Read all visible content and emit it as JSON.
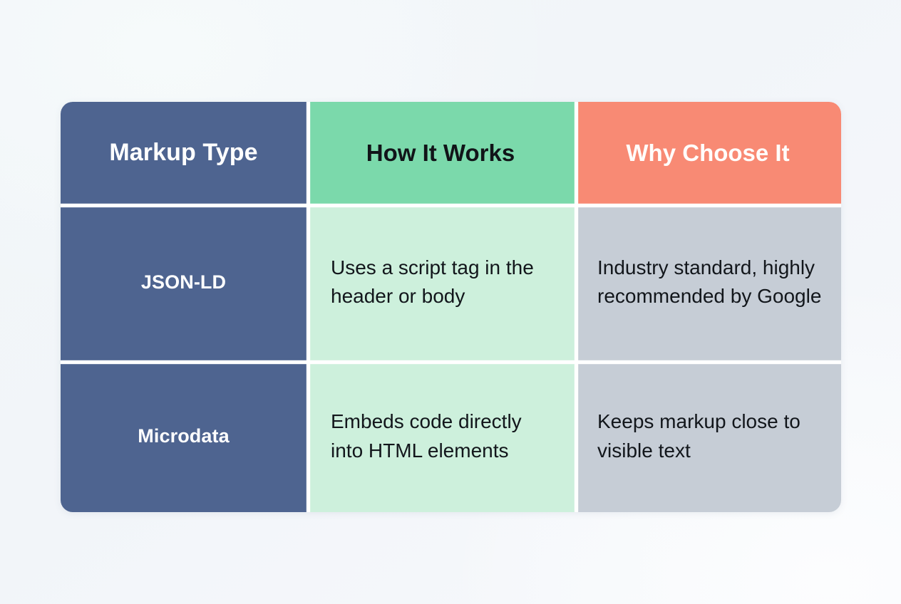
{
  "background": {
    "base_color": "#f2f6f9",
    "accent_tint": "#fbfcfd"
  },
  "table": {
    "title_row_label": "header",
    "palette": {
      "col1_bg": "#4e6490",
      "col1_text": "#ffffff",
      "col2_head_bg": "#7bd9ab",
      "col2_head_text": "#111418",
      "col3_head_bg": "#f88a74",
      "col3_head_text": "#fffdfb",
      "col2_body_bg": "#cdf0dc",
      "col3_body_bg": "#c6cdd6",
      "body_text": "#12161b",
      "grid_line": "#ffffff"
    },
    "columns": [
      {
        "key": "markup_type",
        "header": "Markup Type"
      },
      {
        "key": "how_it_works",
        "header": "How It Works"
      },
      {
        "key": "why_choose_it",
        "header": "Why Choose It"
      }
    ],
    "rows": [
      {
        "markup_type": "JSON-LD",
        "how_it_works": "Uses a script tag in the header or body",
        "why_choose_it": "Industry standard, highly recommended by Google"
      },
      {
        "markup_type": "Microdata",
        "how_it_works": "Embeds code directly into HTML elements",
        "why_choose_it": "Keeps markup close to visible text"
      }
    ]
  }
}
